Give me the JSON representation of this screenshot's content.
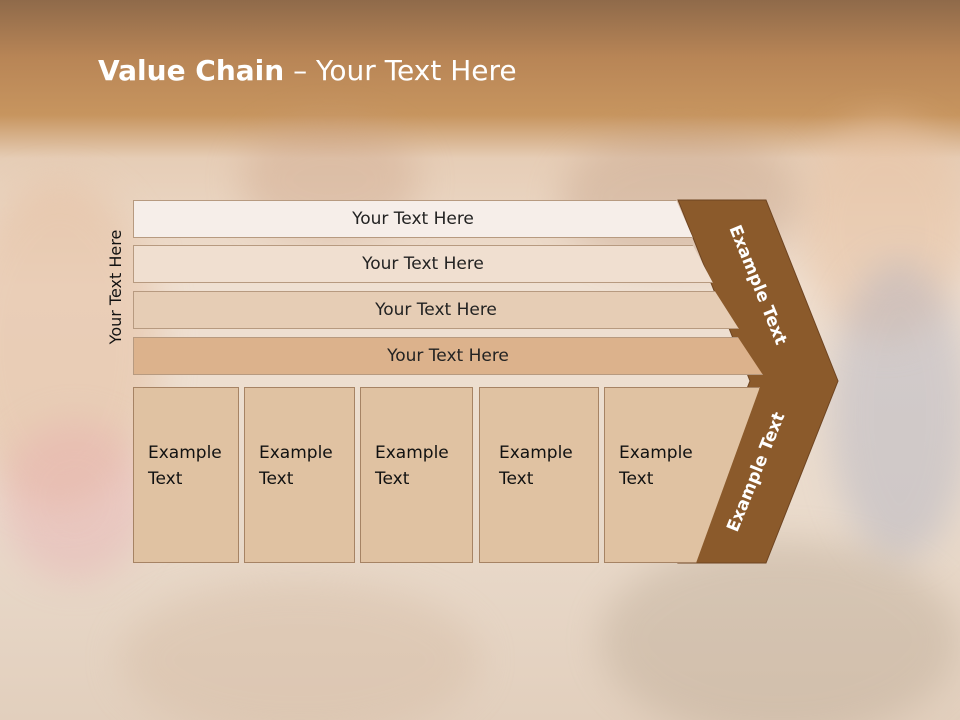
{
  "slide": {
    "title_bold": "Value Chain",
    "title_rest": " – Your Text Here",
    "side_label": "Your Text Here",
    "rows": [
      {
        "label": "Your Text Here",
        "color": "#f6eee9"
      },
      {
        "label": "Your Text Here",
        "color": "#f0dfd0"
      },
      {
        "label": "Your Text Here",
        "color": "#e6cdb5"
      },
      {
        "label": "Your Text Here",
        "color": "#dcb28c"
      }
    ],
    "columns": [
      {
        "line1": "Example",
        "line2": "Text"
      },
      {
        "line1": "Example",
        "line2": "Text"
      },
      {
        "line1": "Example",
        "line2": "Text"
      },
      {
        "line1": "Example",
        "line2": "Text"
      },
      {
        "line1": "Example",
        "line2": "Text"
      }
    ],
    "chevron_top_label": "Example Text",
    "chevron_bottom_label": "Example Text",
    "accent_color": "#8b5a2b"
  }
}
